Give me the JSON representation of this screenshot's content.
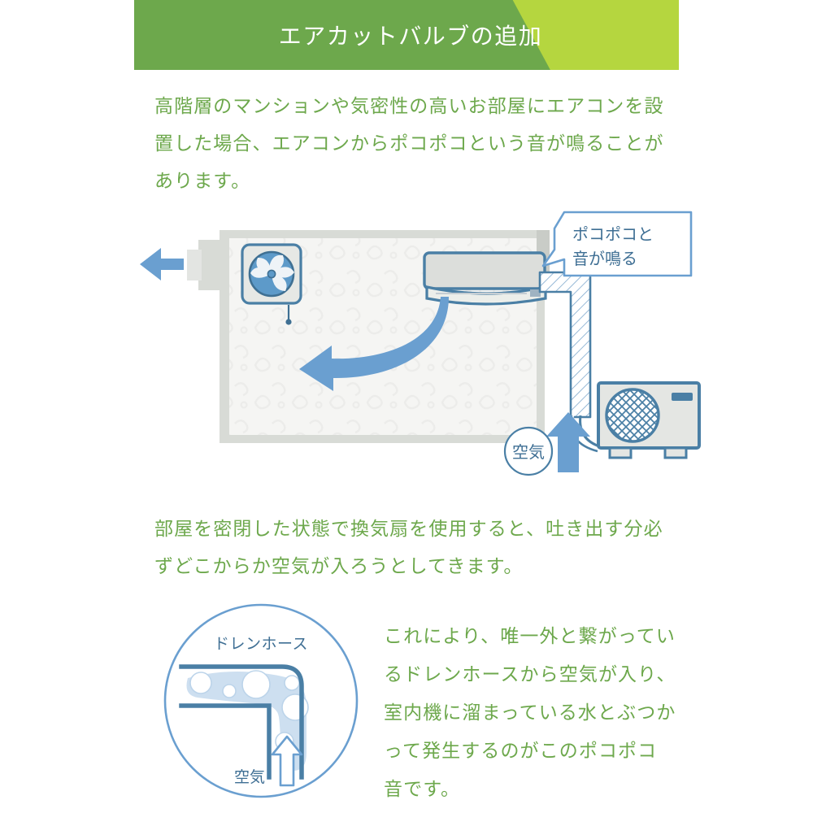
{
  "header": {
    "title": "エアカットバルブの追加",
    "color_dark": "#6da84c",
    "color_light": "#b5d63f"
  },
  "paragraphs": {
    "intro": "高階層のマンションや気密性の高いお部屋にエアコンを設置した場合、エアコンからポコポコという音が鳴ることがあります。",
    "middle": "部屋を密閉した状態で換気扇を使用すると、吐き出す分必ずどこからか空気が入ろうとしてきます。",
    "conclusion": "これにより、唯一外と繋がっているドレンホースから空気が入り、室内機に溜まっている水とぶつかって発生するのがこのポコポコ音です。"
  },
  "diagram_room": {
    "speech_bubble": "ポコポコと音が鳴る",
    "air_label": "空気",
    "colors": {
      "outline_blue": "#4a7fa5",
      "arrow_blue": "#6a9fd0",
      "wall_gray": "#d8dbd6",
      "room_fill": "#f4f4f2",
      "unit_fill": "#dcdedb"
    }
  },
  "diagram_hose": {
    "hose_label": "ドレンホース",
    "air_label": "空気",
    "colors": {
      "circle_stroke": "#6a9fd0",
      "pipe_stroke": "#4a7fa5",
      "water_fill": "#cddff0"
    }
  },
  "text_color": "#6da84c"
}
